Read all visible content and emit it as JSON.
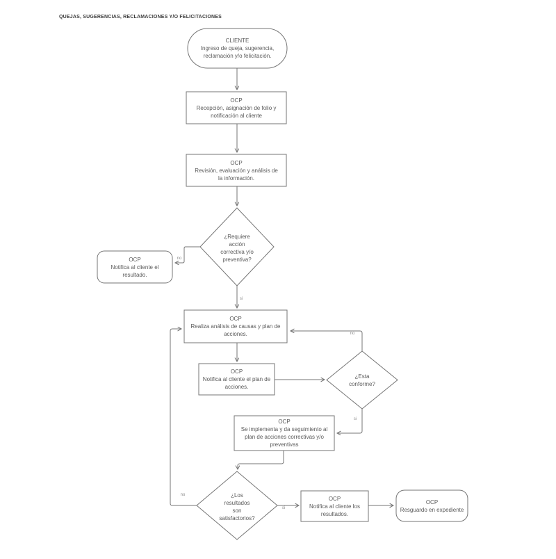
{
  "page_title": "QUEJAS, SUGERENCIAS, RECLAMACIONES Y/O FELICITACIONES",
  "colors": {
    "background": "#ffffff",
    "line": "#757575",
    "node_text": "#595959",
    "title_text": "#3c3c3c",
    "edge_label_text": "#8a8a8a"
  },
  "nodes": {
    "start": {
      "type": "terminator",
      "title": "CLIENTE",
      "lines": [
        "Ingreso de queja, sugerencia,",
        "reclamación y/o felicitación."
      ]
    },
    "reception": {
      "type": "process",
      "title": "OCP",
      "lines": [
        "Recepción, asignación de folio y",
        "notificación al cliente"
      ]
    },
    "review": {
      "type": "process",
      "title": "OCP",
      "lines": [
        "Revisión, evaluación y análisis de",
        "la información."
      ]
    },
    "decision_action": {
      "type": "decision",
      "lines": [
        "¿Requiere",
        "acción",
        "correctiva y/o",
        "preventiva?"
      ]
    },
    "notify_result": {
      "type": "terminator",
      "title": "OCP",
      "lines": [
        "Notifica al cliente el",
        "resultado."
      ]
    },
    "analysis": {
      "type": "process",
      "title": "OCP",
      "lines": [
        "Realiza análisis de causas y plan de",
        "acciones."
      ]
    },
    "notify_plan": {
      "type": "process",
      "title": "OCP",
      "lines": [
        "Notifica al cliente el plan de",
        "acciones."
      ]
    },
    "decision_conforme": {
      "type": "decision",
      "lines": [
        "¿Esta",
        "conforme?"
      ]
    },
    "implement": {
      "type": "process",
      "title": "OCP",
      "lines": [
        "Se implementa y da seguimiento al",
        "plan de acciones correctivas y/o",
        "preventivas"
      ]
    },
    "decision_results": {
      "type": "decision",
      "lines": [
        "¿Los",
        "resultados",
        "son",
        "satisfactorios?"
      ]
    },
    "notify_results": {
      "type": "process",
      "title": "OCP",
      "lines": [
        "Notifica al cliente los",
        "resultados."
      ]
    },
    "archive": {
      "type": "terminator",
      "title": "OCP",
      "lines": [
        "Resguardo en expediente"
      ]
    }
  },
  "edge_labels": {
    "d1_no": "no",
    "d1_si": "si",
    "d2_no": "no",
    "d2_si": "si",
    "d3_no": "no",
    "d3_si": "si"
  }
}
